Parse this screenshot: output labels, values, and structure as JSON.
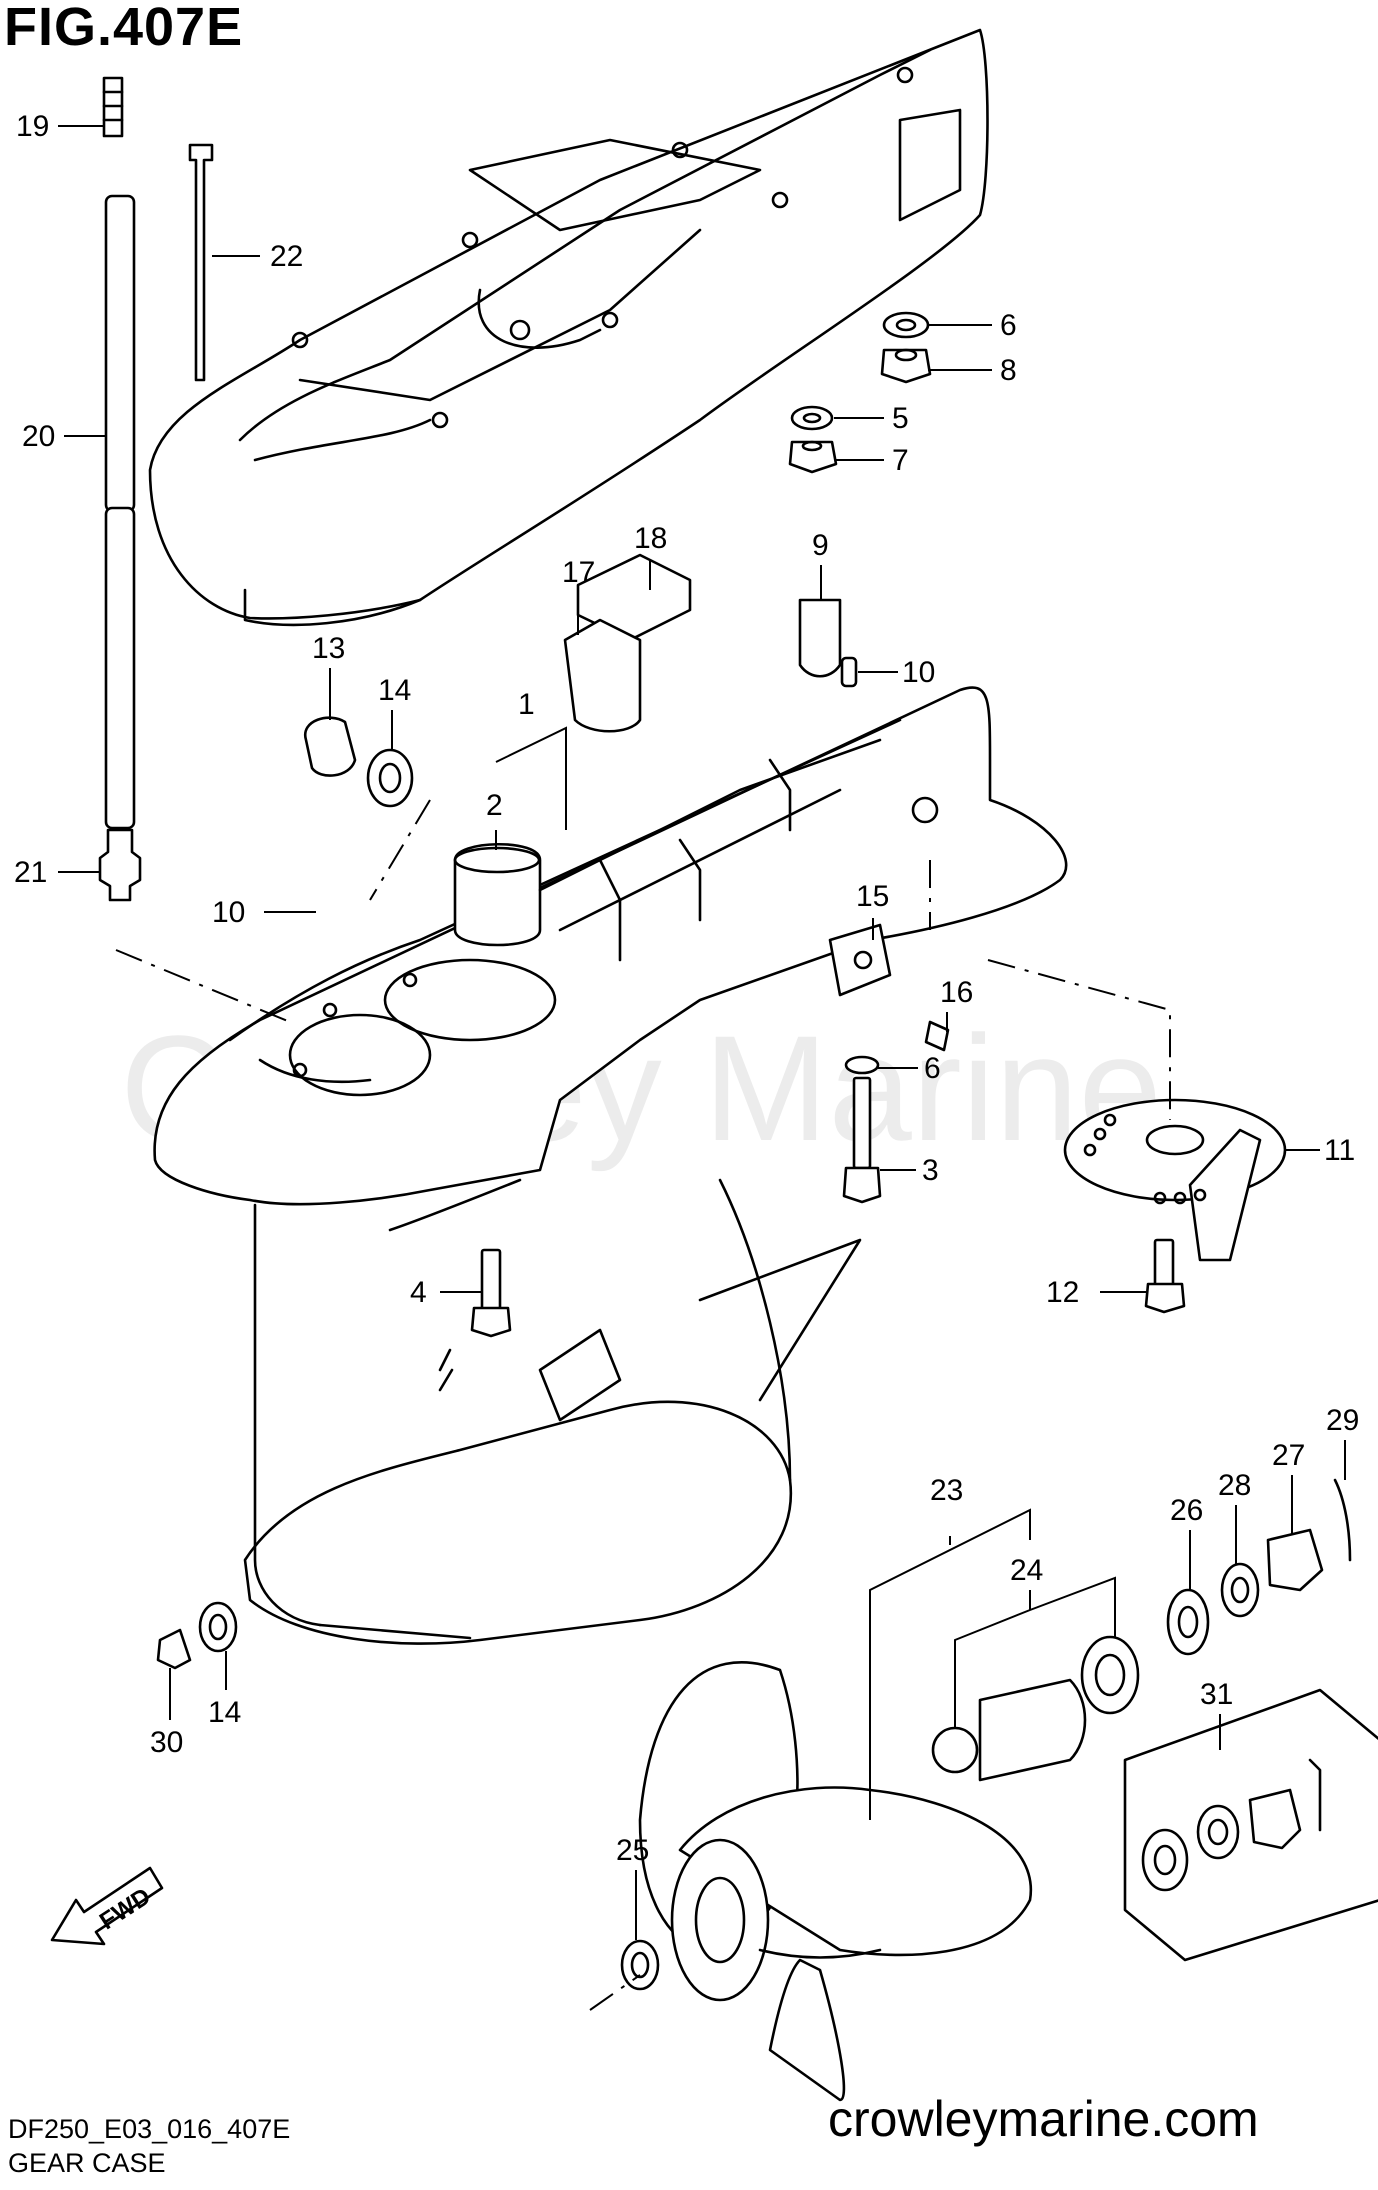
{
  "figure": {
    "title": "FIG.407E"
  },
  "footer": {
    "code": "DF250_E03_016_407E",
    "name": "GEAR CASE",
    "site": "crowleymarine.com"
  },
  "watermark": "Crowley Marine",
  "fwd_label": "FWD",
  "callouts": {
    "c19": "19",
    "c22": "22",
    "c20": "20",
    "c21": "21",
    "c6a": "6",
    "c8": "8",
    "c5": "5",
    "c7": "7",
    "c18": "18",
    "c17": "17",
    "c9": "9",
    "c10a": "10",
    "c13": "13",
    "c14a": "14",
    "c1": "1",
    "c2": "2",
    "c10b": "10",
    "c15": "15",
    "c16": "16",
    "c6b": "6",
    "c3": "3",
    "c11": "11",
    "c4": "4",
    "c12": "12",
    "c29": "29",
    "c27": "27",
    "c28": "28",
    "c26": "26",
    "c23": "23",
    "c24": "24",
    "c30": "30",
    "c14b": "14",
    "c31": "31",
    "c25": "25"
  }
}
